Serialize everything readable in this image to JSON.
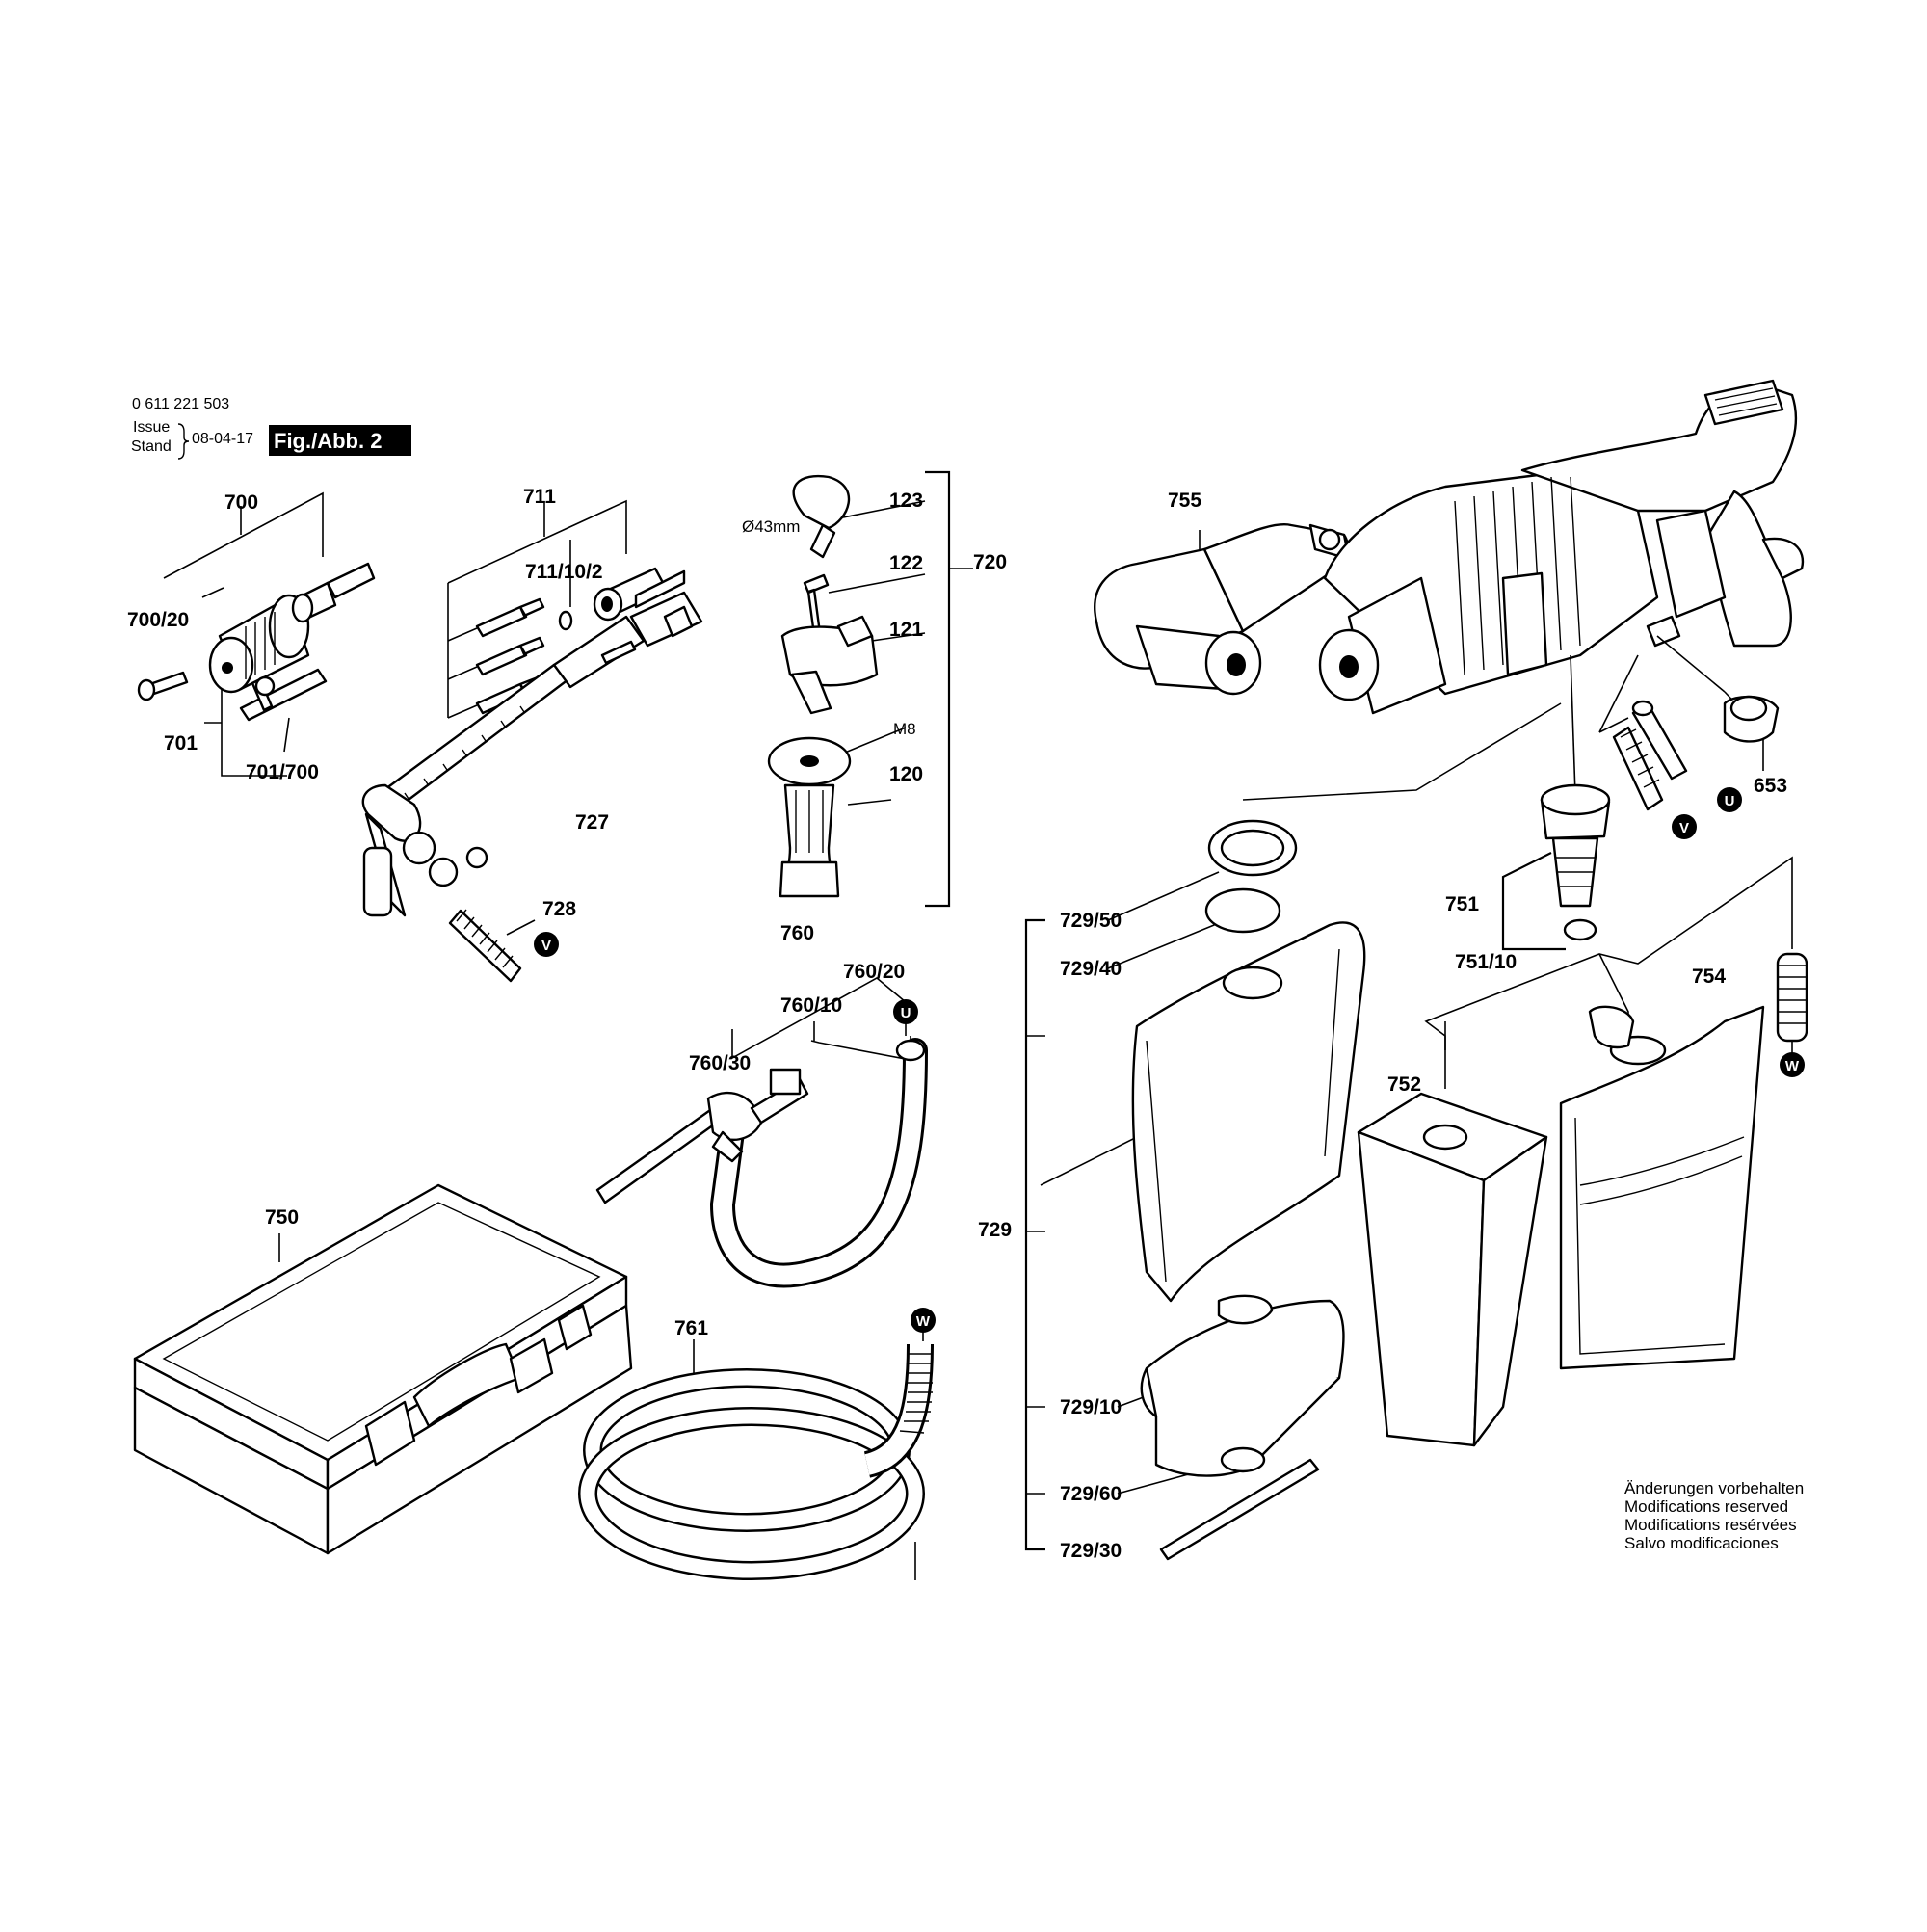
{
  "header": {
    "part_number": "0 611 221 503",
    "issue_label": "Issue",
    "stand_label": "Stand",
    "date": "08-04-17",
    "figure": "Fig./Abb. 2"
  },
  "labels": {
    "p700": "700",
    "p700_20": "700/20",
    "p701": "701",
    "p701_700": "701/700",
    "p711": "711",
    "p711_10_2": "711/10/2",
    "p727": "727",
    "p728": "728",
    "p123": "123",
    "p122": "122",
    "p121": "121",
    "p120": "120",
    "p720": "720",
    "d43": "Ø43mm",
    "m8": "M8",
    "p755": "755",
    "p653": "653",
    "p751": "751",
    "p751_10": "751/10",
    "p760": "760",
    "p760_20": "760/20",
    "p760_10": "760/10",
    "p760_30": "760/30",
    "p761": "761",
    "p750": "750",
    "p729": "729",
    "p729_50": "729/50",
    "p729_40": "729/40",
    "p729_10": "729/10",
    "p729_60": "729/60",
    "p729_30": "729/30",
    "p752": "752",
    "p754": "754"
  },
  "connectors": {
    "v": "V",
    "u": "U",
    "w": "W"
  },
  "notes": [
    "Änderungen vorbehalten",
    "Modifications reserved",
    "Modifications resérvées",
    "Salvo modificaciones"
  ]
}
